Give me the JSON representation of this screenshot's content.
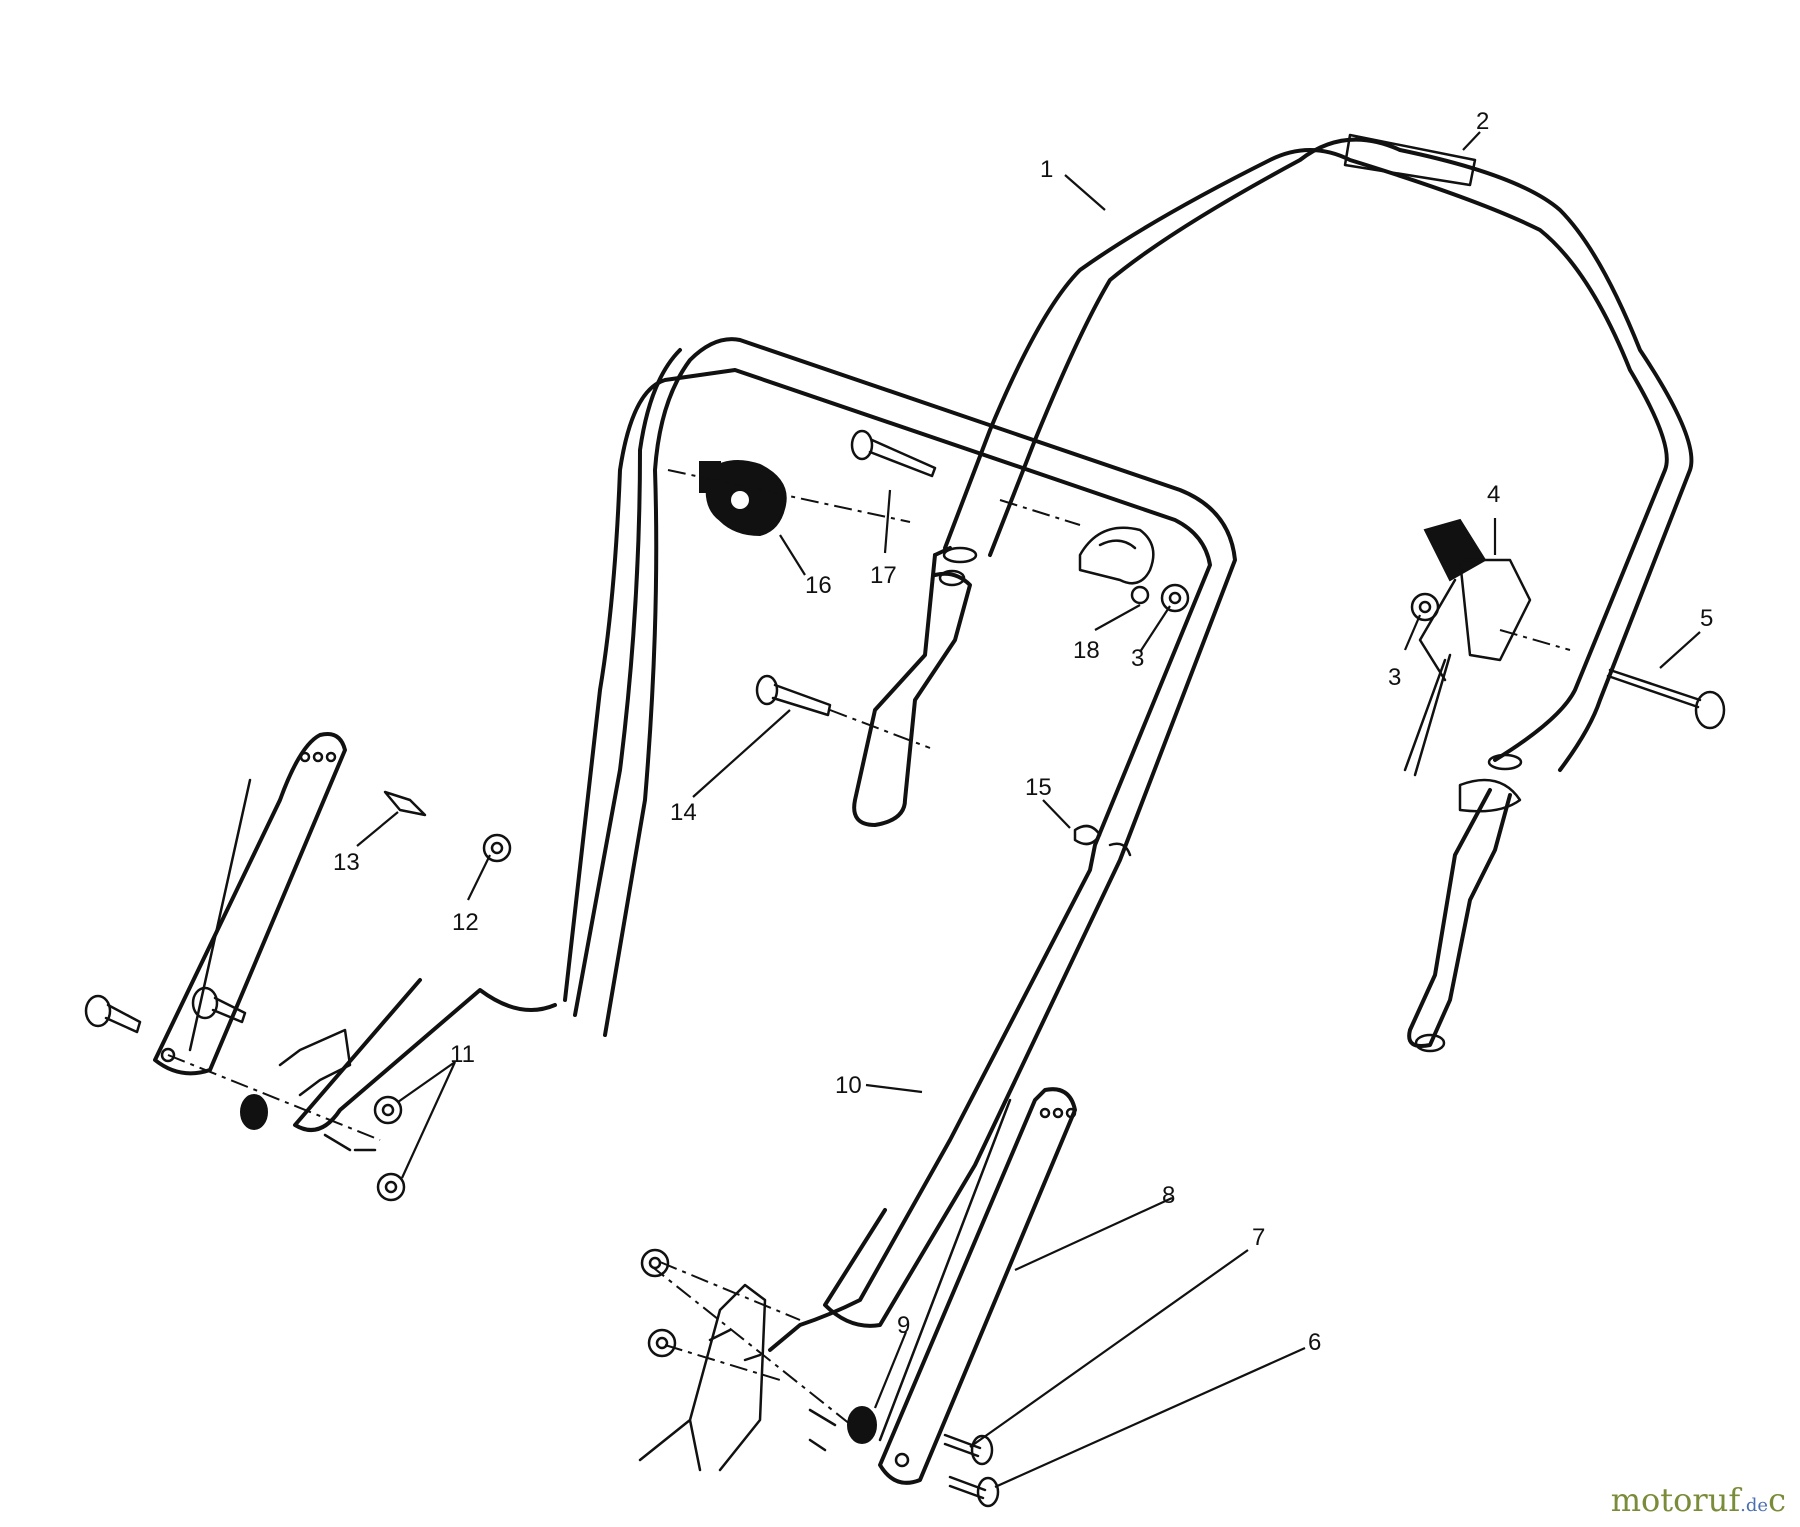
{
  "callouts": [
    "1",
    "2",
    "3",
    "3",
    "4",
    "5",
    "6",
    "7",
    "8",
    "9",
    "10",
    "11",
    "12",
    "13",
    "14",
    "15",
    "16",
    "17",
    "18"
  ],
  "watermark": {
    "name": "motoruf",
    "suffix": ".de",
    "trail": "c",
    "colors": {
      "name": "#7a8c3a",
      "suffix": "#4a6fb0"
    }
  }
}
